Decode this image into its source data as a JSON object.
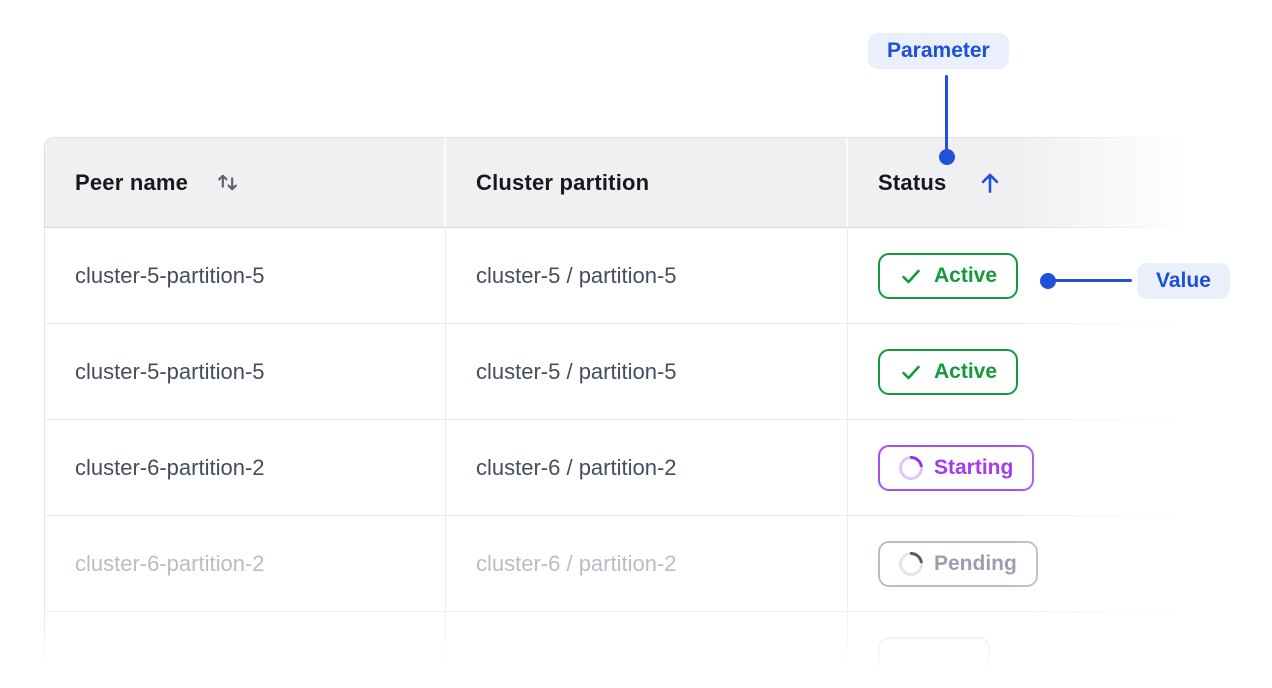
{
  "callouts": {
    "parameter_label": "Parameter",
    "value_label": "Value",
    "accent_blue": "#2151d8",
    "pill_bg": "#e9f0fc"
  },
  "table": {
    "columns": [
      {
        "label": "Peer name",
        "sortable": true,
        "sort": "both"
      },
      {
        "label": "Cluster partition",
        "sortable": false,
        "sort": "none"
      },
      {
        "label": "Status",
        "sortable": true,
        "sort": "asc"
      }
    ],
    "rows": [
      {
        "peer": "cluster-5-partition-5",
        "partition": "cluster-5 / partition-5",
        "status": "Active",
        "state": "active",
        "dimmed": false
      },
      {
        "peer": "cluster-5-partition-5",
        "partition": "cluster-5 / partition-5",
        "status": "Active",
        "state": "active",
        "dimmed": false
      },
      {
        "peer": "cluster-6-partition-2",
        "partition": "cluster-6 / partition-2",
        "status": "Starting",
        "state": "starting",
        "dimmed": false
      },
      {
        "peer": "cluster-6-partition-2",
        "partition": "cluster-6 / partition-2",
        "status": "Pending",
        "state": "pending",
        "dimmed": true
      },
      {
        "peer": "",
        "partition": "",
        "status": "",
        "state": "ghost",
        "dimmed": true
      }
    ],
    "status_colors": {
      "active": {
        "text": "#149a3a",
        "border": "#149a3a"
      },
      "starting": {
        "text": "#a43bf0",
        "border": "#a94cf2"
      },
      "pending": {
        "text": "#9aa1ac",
        "border": "#b9bdc5"
      }
    },
    "header_bg": "#f0f0f2",
    "sort_icon_color": "#5d6470"
  }
}
